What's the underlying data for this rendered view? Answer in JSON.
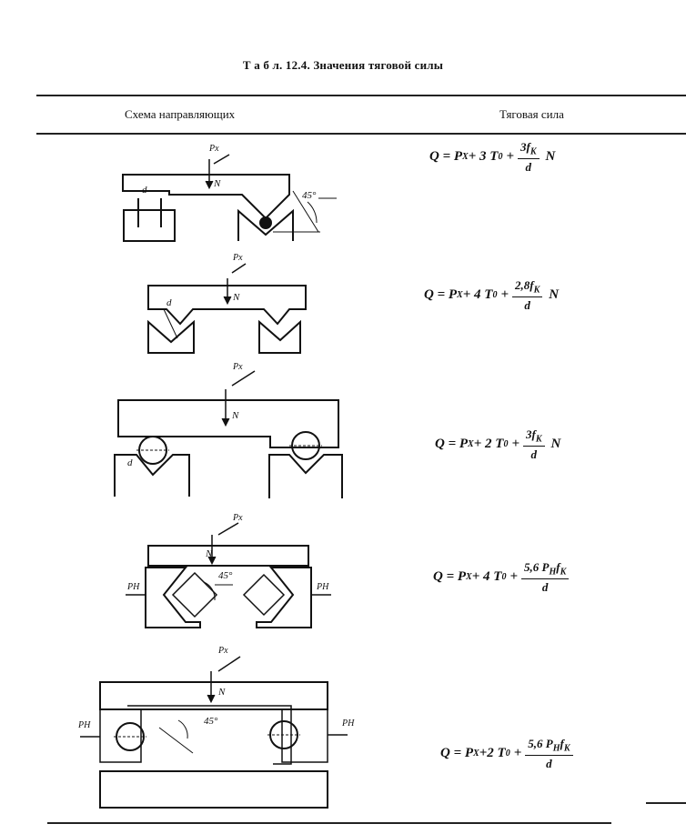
{
  "table": {
    "caption": "Т а б л. 12.4. Значения тяговой силы",
    "headers": [
      "Схема направляющих",
      "Тяговая сила"
    ],
    "rows": [
      {
        "labels": {
          "force": "Px",
          "normal": "N",
          "diameter": "d",
          "angle": "45°"
        },
        "formula": {
          "lhs": "Q = P",
          "lhs_sub": "X",
          "mid": "+ 3 T",
          "mid_sub": "0",
          "plus": "+",
          "num": "3f",
          "num_sub": "K",
          "den": "d",
          "tail": "N"
        }
      },
      {
        "labels": {
          "force": "Px",
          "normal": "N",
          "diameter": "d"
        },
        "formula": {
          "lhs": "Q = P",
          "lhs_sub": "X",
          "mid": "+ 4 T",
          "mid_sub": "0",
          "plus": "+",
          "num": "2,8f",
          "num_sub": "K",
          "den": "d",
          "tail": "N"
        }
      },
      {
        "labels": {
          "force": "Px",
          "normal": "N",
          "diameter": "d"
        },
        "formula": {
          "lhs": "Q = P",
          "lhs_sub": "X",
          "mid": "+ 2 T",
          "mid_sub": "0",
          "plus": "+",
          "num": "3f",
          "num_sub": "K",
          "den": "d",
          "tail": "N"
        }
      },
      {
        "labels": {
          "force": "Px",
          "normal": "N",
          "side_left": "PH",
          "side_right": "PH",
          "angle": "45°"
        },
        "formula": {
          "lhs": "Q = P",
          "lhs_sub": "X",
          "mid": "+ 4 T",
          "mid_sub": "0",
          "plus": "+",
          "num": "5,6 P",
          "num_sub": "H",
          "num2": "f",
          "num2_sub": "K",
          "den": "d",
          "tail": ""
        }
      },
      {
        "labels": {
          "force": "Px",
          "normal": "N",
          "side_left": "PH",
          "side_right": "PH",
          "angle": "45°"
        },
        "formula": {
          "lhs": "Q = P",
          "lhs_sub": "X",
          "mid": "+2 T",
          "mid_sub": "0",
          "plus": "+",
          "num": "5,6 P",
          "num_sub": "H",
          "num2": "f",
          "num2_sub": "K",
          "den": "d",
          "tail": ""
        }
      }
    ]
  }
}
